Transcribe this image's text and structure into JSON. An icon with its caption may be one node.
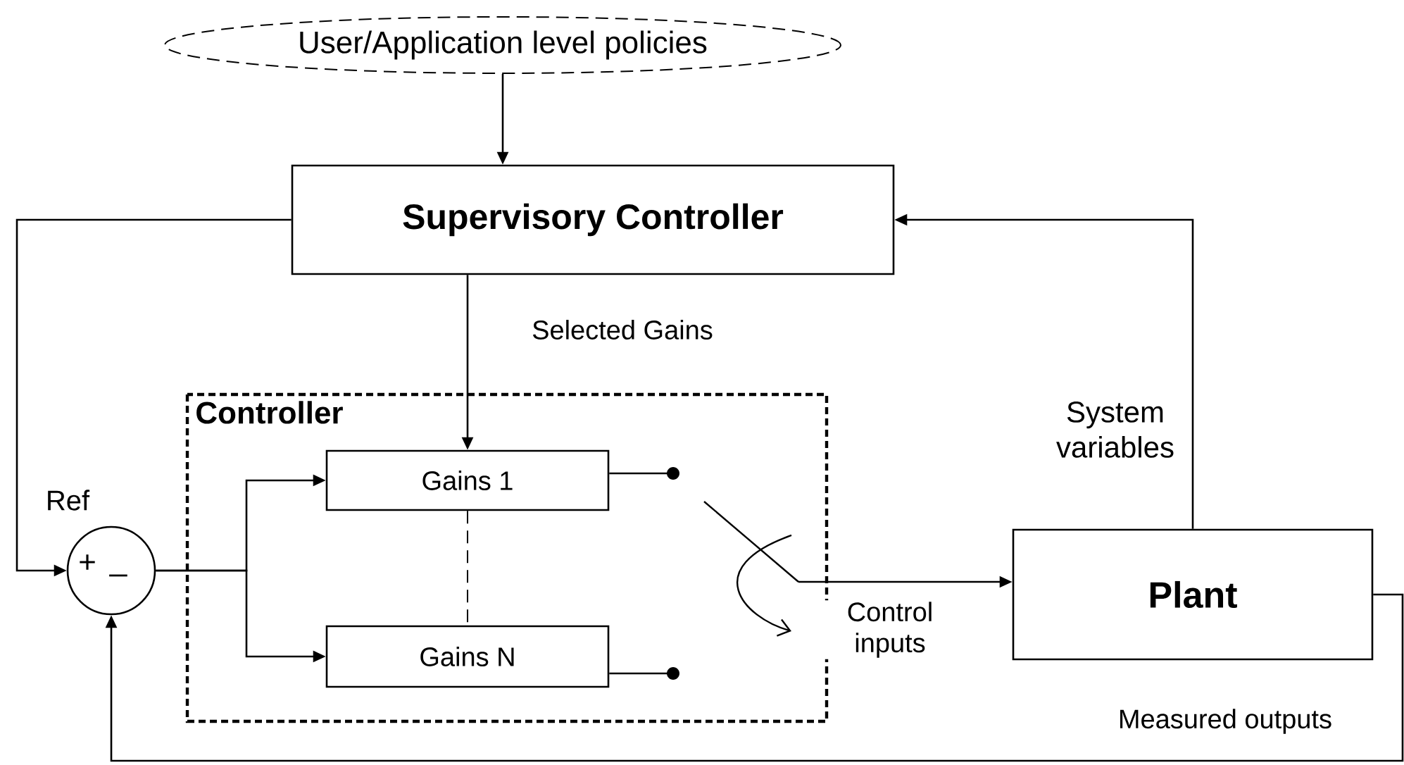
{
  "diagram": {
    "nodes": [
      {
        "text": [
          "User/Application level policies"
        ]
      },
      {
        "text": [
          "Supervisory Controller"
        ]
      },
      {
        "text": [
          "Controller"
        ]
      },
      {
        "text": [
          "Gains 1"
        ],
        "in": 2
      },
      {
        "text": [
          "Gains N"
        ],
        "in": 2
      },
      {
        "text": [
          "+",
          "_"
        ]
      },
      {
        "text": [
          "Plant"
        ]
      },
      {
        "text": [],
        "shape": "circle",
        "in": 2
      },
      {
        "text": [],
        "shape": "circle",
        "in": 2
      },
      {
        "text": [],
        "shape": "switch",
        "in": 2
      }
    ],
    "edges": [
      {
        "from": 0,
        "to": 1,
        "arrow": "to"
      },
      {
        "from": 1,
        "to": 5,
        "arrow": "to",
        "label": "Ref"
      },
      {
        "from": 1,
        "to": 3,
        "arrow": "to",
        "label": "Selected Gains"
      },
      {
        "from": 6,
        "to": 1,
        "arrow": "to",
        "label": "System variables"
      },
      {
        "from": 5,
        "to": 3,
        "arrow": "to"
      },
      {
        "from": 5,
        "to": 4,
        "arrow": "to"
      },
      {
        "from": 3,
        "to": 4,
        "arrow": "none",
        "style": "dashed"
      },
      {
        "from": 3,
        "to": 7,
        "arrow": "none"
      },
      {
        "from": 4,
        "to": 8,
        "arrow": "none"
      },
      {
        "from": 9,
        "to": 6,
        "arrow": "to",
        "label": "Control inputs"
      },
      {
        "from": 6,
        "to": 5,
        "arrow": "to",
        "label": "Measured outputs"
      }
    ]
  }
}
